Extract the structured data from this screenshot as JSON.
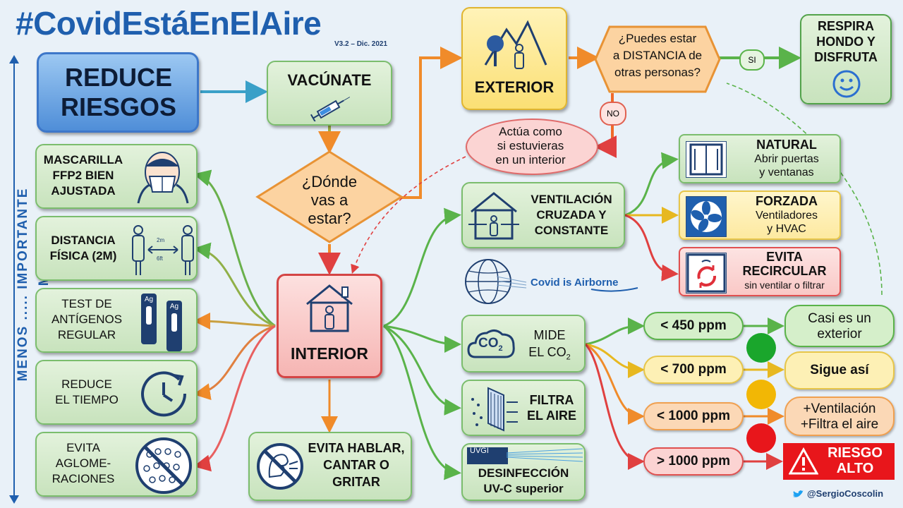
{
  "title": "#CovidEstáEnElAire",
  "version": "V3.2 – Dic. 2021",
  "side_label": "MENOS ..... IMPORTANTE ..... MÁS",
  "main": {
    "line1": "REDUCE",
    "line2": "RIESGOS"
  },
  "vacunate": "VACÚNATE",
  "donde": {
    "l1": "¿Dónde",
    "l2": "vas a",
    "l3": "estar?"
  },
  "exterior": "EXTERIOR",
  "interior": "INTERIOR",
  "distance_q": {
    "l1": "¿Puedes estar",
    "l2": "a DISTANCIA de",
    "l3": "otras personas?"
  },
  "yes": "SI",
  "no": "NO",
  "respira": {
    "l1": "RESPIRA",
    "l2": "HONDO Y",
    "l3": "DISFRUTA"
  },
  "actua": {
    "l1": "Actúa como",
    "l2": "si estuvieras",
    "l3": "en un interior"
  },
  "left_items": [
    {
      "l1": "MASCARILLA",
      "l2": "FFP2 BIEN",
      "l3": "AJUSTADA"
    },
    {
      "l1": "DISTANCIA",
      "l2": "FÍSICA (2M)",
      "l3": ""
    },
    {
      "l1": "TEST DE",
      "l2": "ANTÍGENOS",
      "l3": "REGULAR"
    },
    {
      "l1": "REDUCE",
      "l2": "EL TIEMPO",
      "l3": ""
    },
    {
      "l1": "EVITA",
      "l2": "AGLOME-",
      "l3": "RACIONES"
    }
  ],
  "distance_icon": {
    "m": "2m",
    "ft": "6ft"
  },
  "ag_label": "Ag",
  "evita_hablar": {
    "l1": "EVITA HABLAR,",
    "l2": "CANTAR O",
    "l3": "GRITAR"
  },
  "ventilacion": {
    "l1": "VENTILACIÓN",
    "l2": "CRUZADA Y",
    "l3": "CONSTANTE"
  },
  "natural": {
    "head": "NATURAL",
    "l1": "Abrir puertas",
    "l2": "y ventanas"
  },
  "forzada": {
    "head": "FORZADA",
    "l1": "Ventiladores",
    "l2": "y HVAC"
  },
  "recircular": {
    "head1": "EVITA",
    "head2": "RECIRCULAR",
    "l1": "sin ventilar o filtrar"
  },
  "covid_airborne": "Covid is Airborne",
  "mide": {
    "l1": "MIDE",
    "l2": "EL CO",
    "sub": "2"
  },
  "co2_icon": {
    "text": "CO",
    "sub": "2"
  },
  "filtra": {
    "l1": "FILTRA",
    "l2": "EL AIRE"
  },
  "uvgi": {
    "tag": "UVGI",
    "l1": "DESINFECCIÓN",
    "l2": "UV-C superior"
  },
  "ppm": [
    "< 450 ppm",
    "< 700 ppm",
    "< 1000 ppm",
    "> 1000 ppm"
  ],
  "outcomes": {
    "casi": {
      "l1": "Casi es un",
      "l2": "exterior"
    },
    "sigue": "Sigue así",
    "mas": {
      "l1": "+Ventilación",
      "l2": "+Filtra el aire"
    },
    "riesgo": {
      "l1": "RIESGO",
      "l2": "ALTO"
    }
  },
  "twitter": "@SergioCoscolin",
  "colors": {
    "green": "#1aa62c",
    "amber": "#f2b705",
    "red": "#e8161b",
    "blue": "#1f5fae"
  }
}
